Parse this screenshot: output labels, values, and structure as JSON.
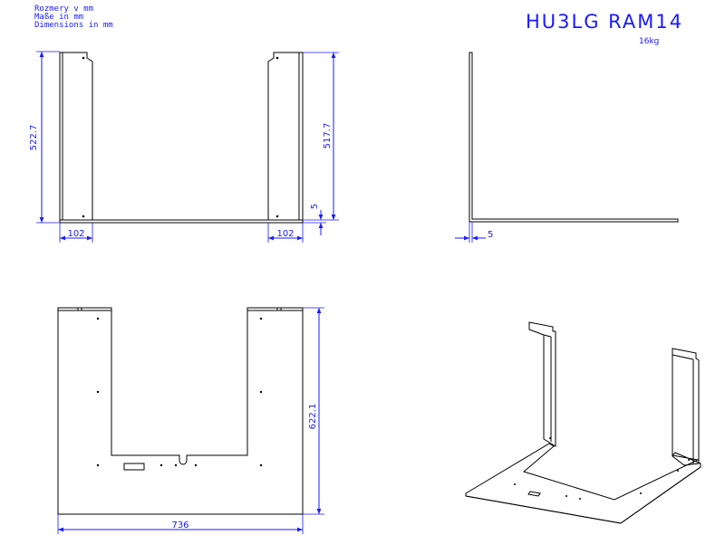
{
  "header": {
    "units_lines": [
      "Rozmery v mm",
      "Maße in mm",
      "Dimensions in mm"
    ],
    "title": "HU3LG RAM14",
    "weight": "16kg"
  },
  "dimensions": {
    "front_left_height": "522.7",
    "front_right_height": "517.7",
    "front_base_thickness": "5",
    "front_left_width": "102",
    "front_right_width": "102",
    "side_thickness": "5",
    "top_depth": "622.1",
    "top_width": "736"
  },
  "colors": {
    "dimension": "#1a1aff",
    "outline": "#000000",
    "background": "#ffffff"
  }
}
